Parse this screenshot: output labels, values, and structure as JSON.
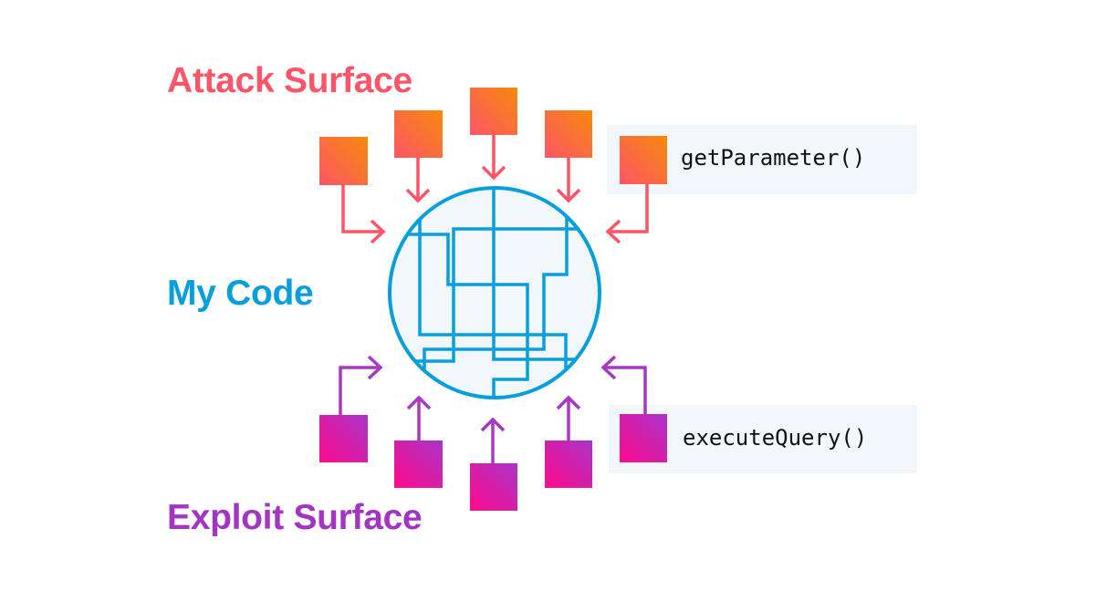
{
  "labels": {
    "attack_surface": "Attack Surface",
    "my_code": "My Code",
    "exploit_surface": "Exploit Surface"
  },
  "code_boxes": {
    "input": "getParameter()",
    "output": "executeQuery()"
  },
  "colors": {
    "attack": "#fb5567",
    "attack_gradient_start": "#fe5568",
    "attack_gradient_end": "#f58a0b",
    "code": "#069fdc",
    "code_fill": "#f2f7fb",
    "exploit": "#a236c3",
    "exploit_gradient_start": "#fe0a8d",
    "exploit_gradient_end": "#a935c8",
    "box_background": "#f2f7fb"
  },
  "nodes": {
    "attack_sources": 5,
    "exploit_sinks": 5
  }
}
